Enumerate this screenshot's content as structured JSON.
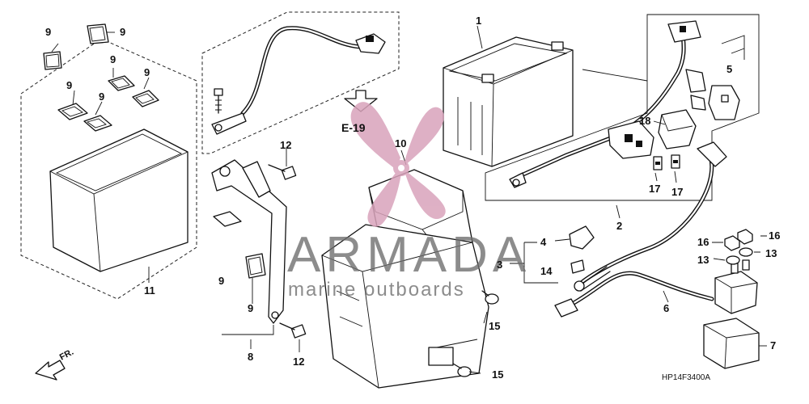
{
  "callouts": {
    "c1": "1",
    "c2": "2",
    "c3": "3",
    "c4": "4",
    "c5": "5",
    "c6": "6",
    "c7": "7",
    "c8": "8",
    "c9a": "9",
    "c9b": "9",
    "c9c": "9",
    "c9d": "9",
    "c9e": "9",
    "c9f": "9",
    "c9g": "9",
    "c9h": "9",
    "c10": "10",
    "c11": "11",
    "c12a": "12",
    "c12b": "12",
    "c13a": "13",
    "c13b": "13",
    "c14": "14",
    "c15a": "15",
    "c15b": "15",
    "c16a": "16",
    "c16b": "16",
    "c17a": "17",
    "c17b": "17",
    "c18": "18"
  },
  "ref_label": "E-19",
  "front_label": "FR.",
  "drawing_code": "HP14F3400A",
  "watermark": {
    "brand": "ARMADA",
    "tagline": "marine outboards",
    "colors": {
      "logo": "#d9a3bb",
      "text": "#6d6d6d"
    }
  },
  "colors": {
    "line": "#111111",
    "background": "#ffffff"
  }
}
